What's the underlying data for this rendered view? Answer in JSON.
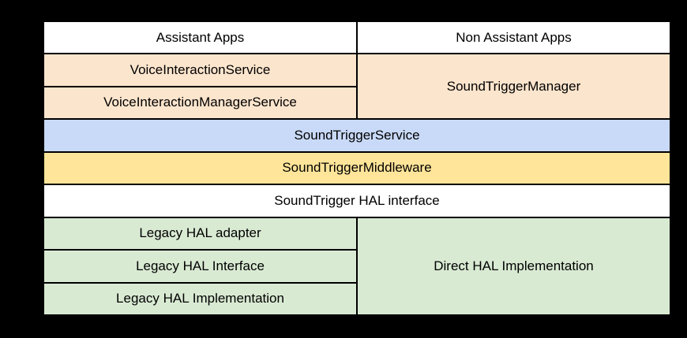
{
  "colors": {
    "background": "#000000",
    "border": "#000000",
    "text": "#000000",
    "white": "#ffffff",
    "peach": "#fce5cd",
    "blue": "#c9daf8",
    "yellow": "#ffe599",
    "green": "#d9ead3"
  },
  "cells": {
    "assistant_apps": "Assistant Apps",
    "non_assistant_apps": "Non Assistant Apps",
    "voice_interaction_service": "VoiceInteractionService",
    "sound_trigger_manager": "SoundTriggerManager",
    "voice_interaction_manager_service": "VoiceInteractionManagerService",
    "sound_trigger_service": "SoundTriggerService",
    "sound_trigger_middleware": "SoundTriggerMiddleware",
    "sound_trigger_hal_interface": "SoundTrigger HAL interface",
    "legacy_hal_adapter": "Legacy HAL adapter",
    "direct_hal_implementation": "Direct HAL Implementation",
    "legacy_hal_interface": "Legacy HAL Interface",
    "legacy_hal_implementation": "Legacy HAL Implementation"
  }
}
